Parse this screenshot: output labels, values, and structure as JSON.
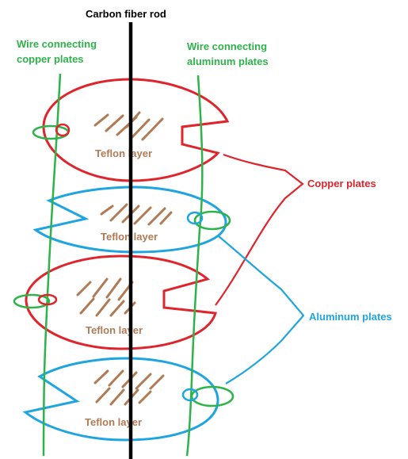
{
  "labels": {
    "rod": "Carbon fiber rod",
    "wire_copper": [
      "Wire connecting",
      "copper plates"
    ],
    "wire_aluminum": [
      "Wire connecting",
      "aluminum plates"
    ],
    "copper": "Copper plates",
    "aluminum": "Aluminum plates"
  },
  "plates": [
    {
      "material": "copper",
      "teflon_label": "Teflon layer"
    },
    {
      "material": "aluminum",
      "teflon_label": "Teflon layer"
    },
    {
      "material": "copper",
      "teflon_label": "Teflon layer"
    },
    {
      "material": "aluminum",
      "teflon_label": "Teflon layer"
    }
  ],
  "colors": {
    "copper": "#e0242c",
    "aluminum": "#1ea5e0",
    "wire": "#2db34a",
    "teflon": "#b07a55",
    "rod": "#000000",
    "copper_label": "#e0242c",
    "aluminum_label": "#1ea5e0",
    "wire_label": "#2db34a"
  }
}
